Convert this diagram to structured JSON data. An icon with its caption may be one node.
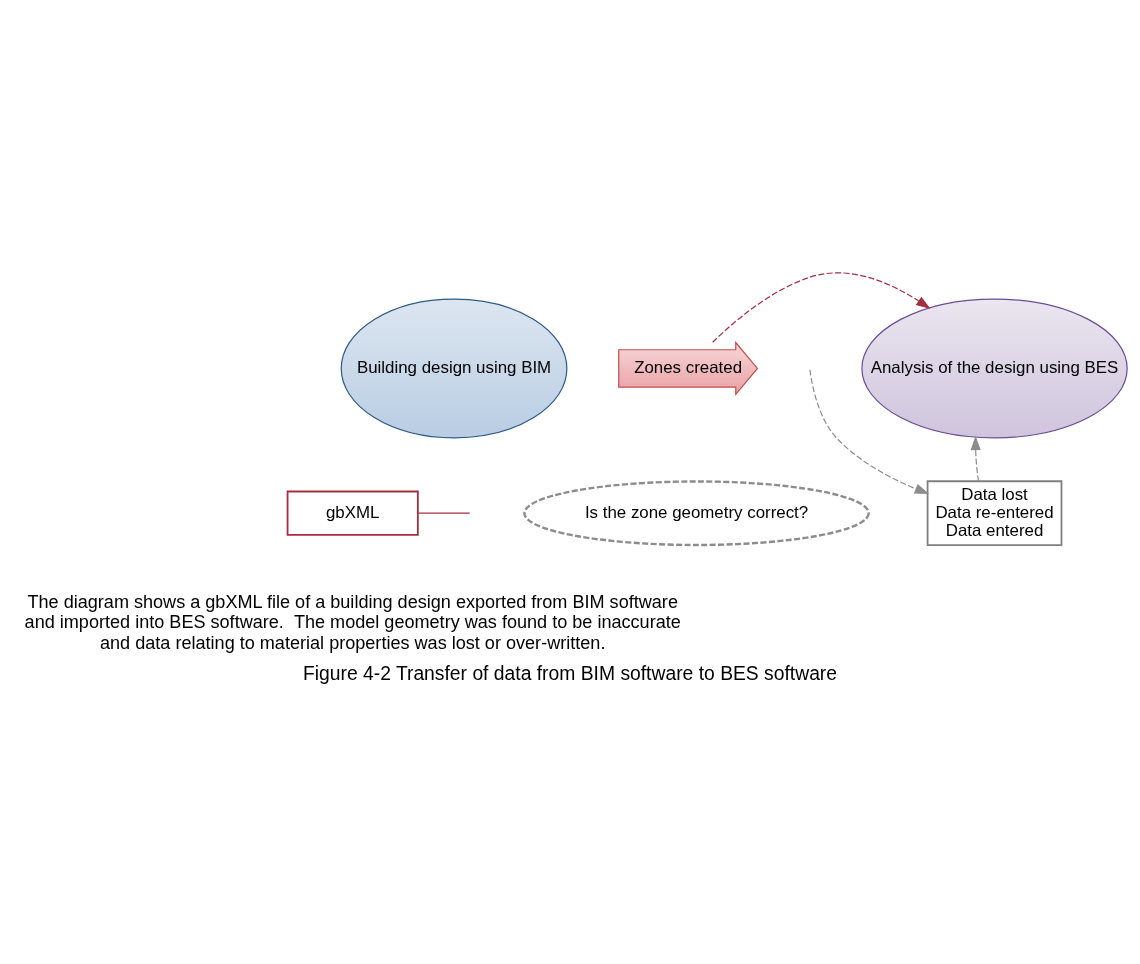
{
  "diagram": {
    "caption": "Figure 4-2 Transfer of data from BIM software to BES software",
    "nodes": [
      {
        "text": [
          "Building design using BIM"
        ]
      },
      {
        "text": [
          "Zones created"
        ]
      },
      {
        "text": [
          "Is the zone geometry correct?"
        ]
      },
      {
        "text": [
          "Data lost",
          "Data re-entered",
          "Data entered"
        ]
      },
      {
        "text": [
          "gbXML"
        ]
      },
      {
        "text": [
          "Analysis of the design using BES"
        ]
      }
    ],
    "edges": [
      {
        "from": 1,
        "to": 5,
        "arrow": "to",
        "style": "dashed",
        "color": "#a4303f"
      },
      {
        "from": null,
        "to": 3,
        "arrow": "to",
        "style": "dashed",
        "color": "#8c8c8c"
      },
      {
        "from": 3,
        "to": 5,
        "arrow": "to",
        "style": "dashed",
        "color": "#8c8c8c"
      },
      {
        "from": 4,
        "to": null,
        "arrow": "none",
        "color": "#a4303f"
      }
    ],
    "labels": [
      "The diagram shows a gbXML file of a building design exported from BIM software and imported into BES software.  The model geometry was found to be inaccurate and data relating to material properties was lost or over-written."
    ]
  }
}
